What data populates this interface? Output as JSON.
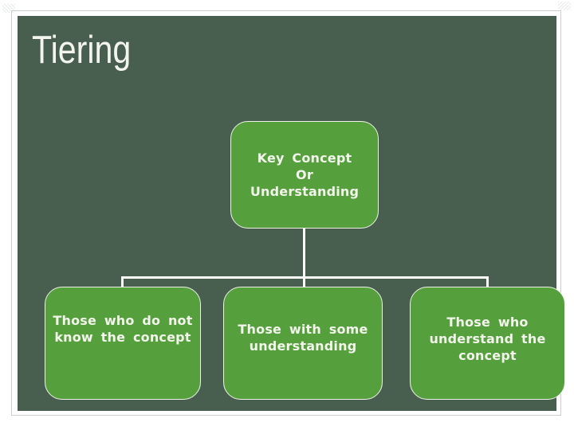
{
  "slide": {
    "title": "Tiering",
    "diagram": {
      "type": "hierarchy",
      "nodes": [
        {
          "id": "root",
          "level": 1,
          "label": "Key Concept\nOr\nUnderstanding"
        },
        {
          "id": "tier-1",
          "level": 2,
          "label": "Those who do not\nknow the concept"
        },
        {
          "id": "tier-2",
          "level": 2,
          "label": "Those with some\nunderstanding"
        },
        {
          "id": "tier-3",
          "level": 2,
          "label": "Those who\nunderstand the\nconcept"
        }
      ]
    },
    "colors": {
      "slide_background": "#485f4f",
      "page_background": "#ffffff",
      "frame_border": "#cbcfcb",
      "box_fill": "#55a03d",
      "box_border": "#eef2e8",
      "connector": "#fbfbf7",
      "text": "#f3f4ec"
    }
  }
}
